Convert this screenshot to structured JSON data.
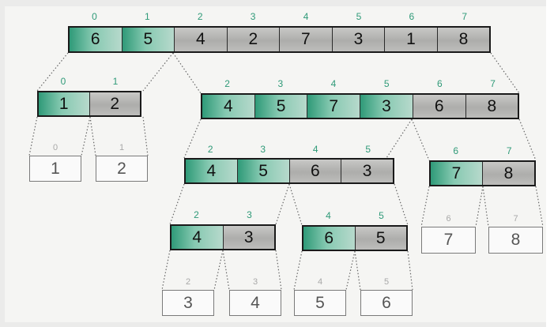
{
  "arrays": [
    {
      "id": "root",
      "indices": [
        "0",
        "1",
        "2",
        "3",
        "4",
        "5",
        "6",
        "7"
      ],
      "values": [
        "6",
        "5",
        "4",
        "2",
        "7",
        "3",
        "1",
        "8"
      ],
      "highlighted": 2
    },
    {
      "id": "left",
      "indices": [
        "0",
        "1"
      ],
      "values": [
        "1",
        "2"
      ],
      "highlighted": 1
    },
    {
      "id": "right",
      "indices": [
        "2",
        "3",
        "4",
        "5",
        "6",
        "7"
      ],
      "values": [
        "4",
        "5",
        "7",
        "3",
        "6",
        "8"
      ],
      "highlighted": 4
    },
    {
      "id": "right-left",
      "indices": [
        "2",
        "3",
        "4",
        "5"
      ],
      "values": [
        "4",
        "5",
        "6",
        "3"
      ],
      "highlighted": 2
    },
    {
      "id": "right-right",
      "indices": [
        "6",
        "7"
      ],
      "values": [
        "7",
        "8"
      ],
      "highlighted": 1
    },
    {
      "id": "rl-left",
      "indices": [
        "2",
        "3"
      ],
      "values": [
        "4",
        "3"
      ],
      "highlighted": 1
    },
    {
      "id": "rl-right",
      "indices": [
        "4",
        "5"
      ],
      "values": [
        "6",
        "5"
      ],
      "highlighted": 1
    }
  ],
  "leaves": [
    {
      "index": "0",
      "value": "1"
    },
    {
      "index": "1",
      "value": "2"
    },
    {
      "index": "6",
      "value": "7"
    },
    {
      "index": "7",
      "value": "8"
    },
    {
      "index": "2",
      "value": "3"
    },
    {
      "index": "3",
      "value": "4"
    },
    {
      "index": "4",
      "value": "5"
    },
    {
      "index": "5",
      "value": "6"
    }
  ],
  "colors": {
    "highlight": "#2f9a78",
    "cell": "#b4b4b2",
    "border": "#1a1a1a"
  }
}
